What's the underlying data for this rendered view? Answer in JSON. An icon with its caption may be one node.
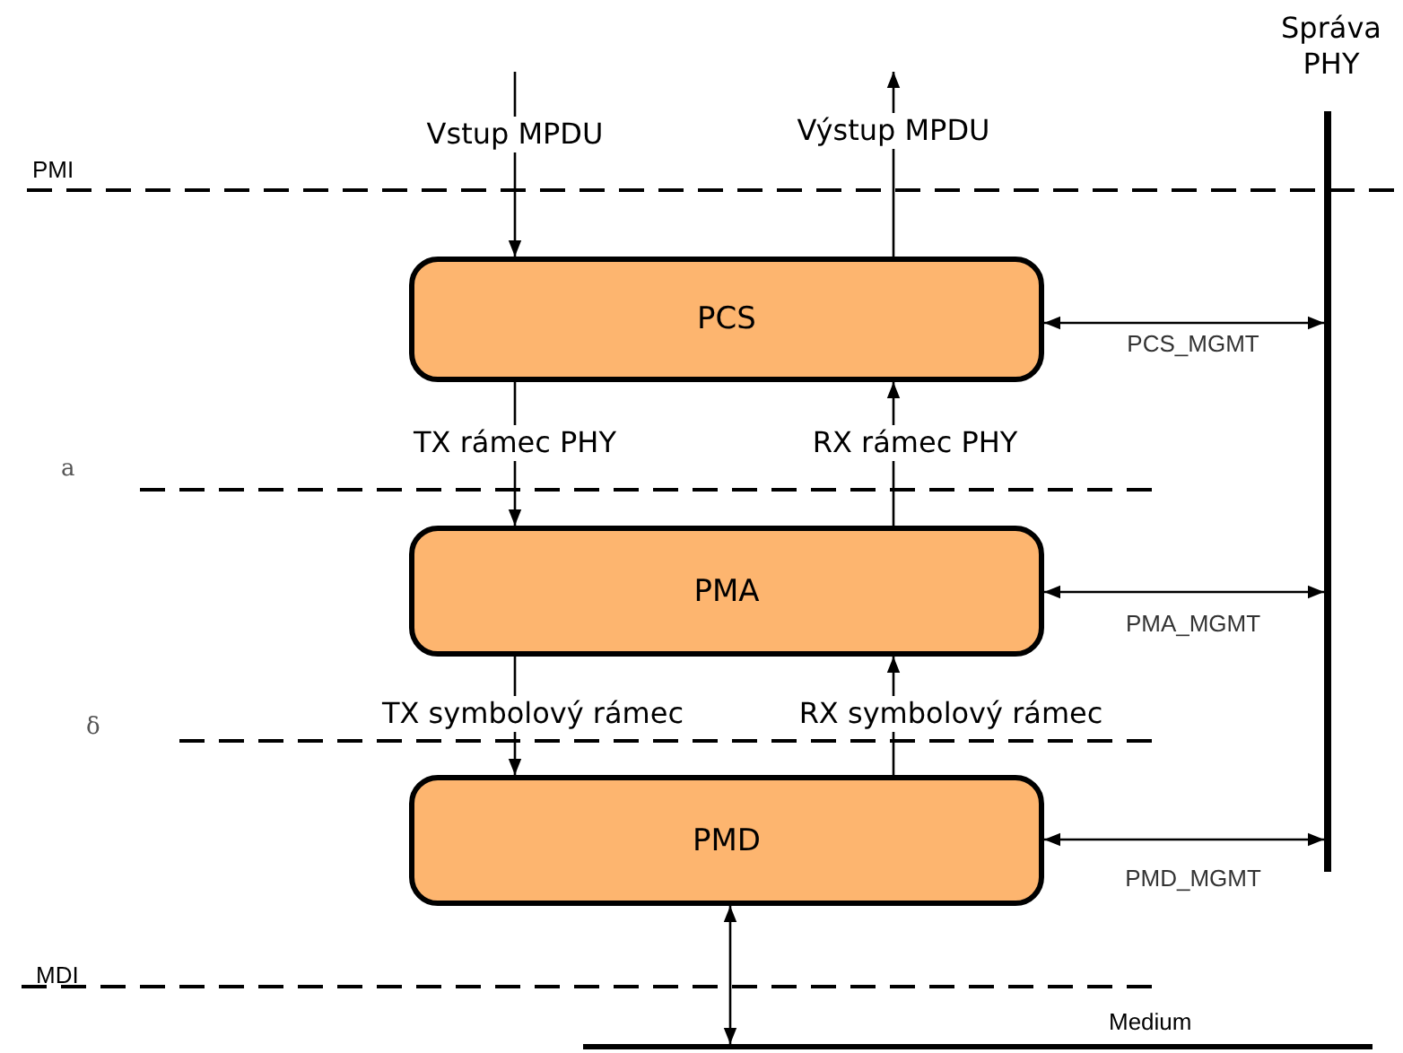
{
  "diagram": {
    "nodes": [
      {
        "text": [
          "PCS"
        ]
      },
      {
        "text": [
          "PMA"
        ]
      },
      {
        "text": [
          "PMD"
        ]
      },
      {
        "text": [
          "Správa PHY"
        ]
      },
      {
        "text": [
          "Medium"
        ]
      }
    ],
    "edges": [
      {
        "from": null,
        "to": 0,
        "arrow": "to",
        "label": "Vstup MPDU"
      },
      {
        "from": 0,
        "to": null,
        "arrow": "to",
        "label": "Výstup MPDU"
      },
      {
        "from": 0,
        "to": 1,
        "arrow": "to",
        "label": "TX rámec PHY"
      },
      {
        "from": 1,
        "to": 0,
        "arrow": "to",
        "label": "RX rámec PHY"
      },
      {
        "from": 1,
        "to": 2,
        "arrow": "to",
        "label": "TX symbolový rámec"
      },
      {
        "from": 2,
        "to": 1,
        "arrow": "to",
        "label": "RX symbolový rámec"
      },
      {
        "from": 0,
        "to": 3,
        "arrow": "both",
        "label": "PCS_MGMT"
      },
      {
        "from": 1,
        "to": 3,
        "arrow": "both",
        "label": "PMA_MGMT"
      },
      {
        "from": 2,
        "to": 3,
        "arrow": "both",
        "label": "PMD_MGMT"
      },
      {
        "from": 2,
        "to": 4,
        "arrow": "both"
      }
    ],
    "labels": [
      "PMI",
      "a",
      "δ",
      "MDI"
    ]
  }
}
